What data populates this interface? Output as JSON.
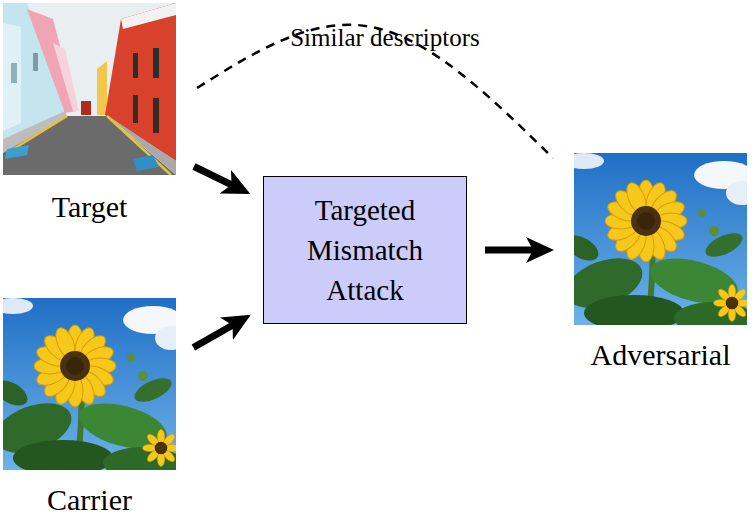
{
  "diagram": {
    "nodes": [
      {
        "text": [
          "Target"
        ]
      },
      {
        "text": [
          "Carrier"
        ]
      },
      {
        "text": [
          "Targeted Mismatch Attack"
        ]
      },
      {
        "text": [
          "Adversarial"
        ]
      }
    ],
    "edges": [
      {
        "from": 0,
        "to": 2,
        "arrow": "to"
      },
      {
        "from": 1,
        "to": 2,
        "arrow": "to"
      },
      {
        "from": 2,
        "to": 3,
        "arrow": "to"
      },
      {
        "from": 0,
        "to": 3,
        "label": "Similar descriptors",
        "arrow": "none"
      }
    ]
  }
}
